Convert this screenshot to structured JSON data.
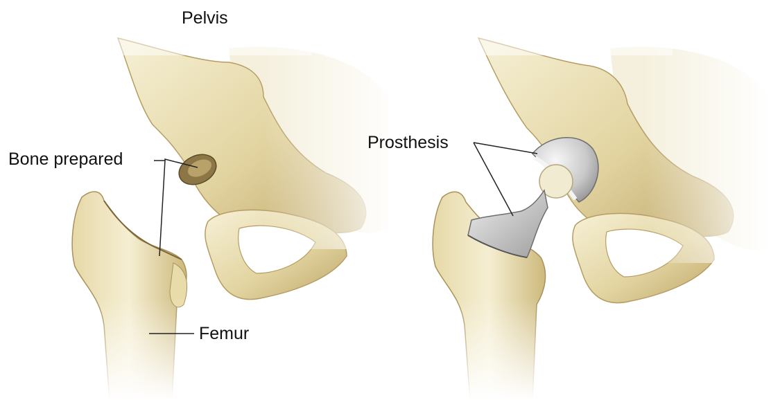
{
  "labels": {
    "pelvis": "Pelvis",
    "bone_prepared": "Bone prepared",
    "femur": "Femur",
    "prosthesis": "Prosthesis"
  },
  "colors": {
    "bone_light": "#efe6c2",
    "bone_mid": "#d9c98f",
    "bone_dark": "#a68f56",
    "metal_light": "#e8e8e8",
    "metal_dark": "#9a9a9a",
    "leader_line": "#222222"
  }
}
